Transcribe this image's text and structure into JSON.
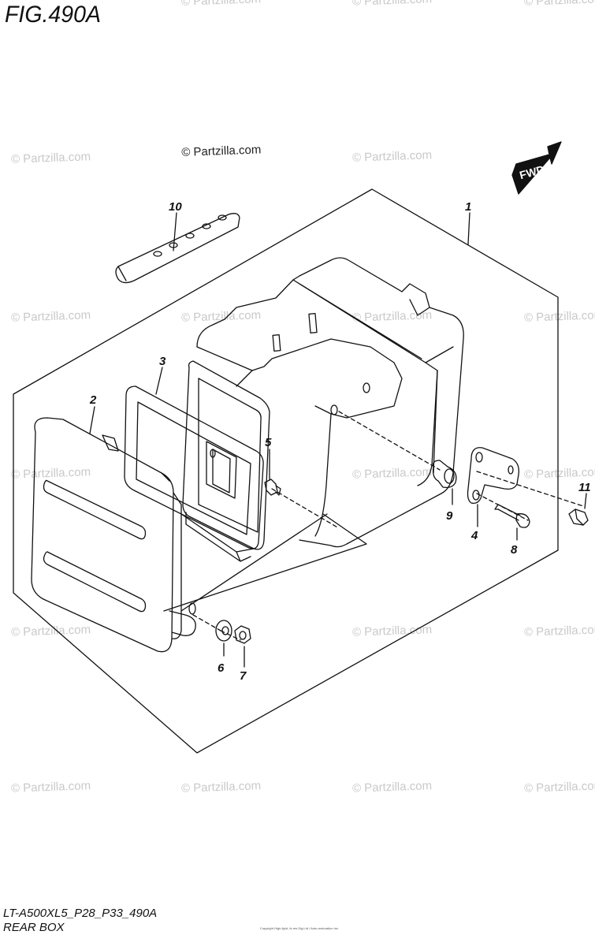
{
  "figure": {
    "title": "FIG.490A",
    "copyright": "© Partzilla.com",
    "fwd_label": "FWD",
    "footer_code": "LT-A500XL5_P28_P33_490A",
    "footer_name": "REAR BOX",
    "small_print": "Copyright\nHigh-light, hi-res Dig.Ltd / Auto-restoration Inc."
  },
  "watermarks": [
    "© Partzilla.com",
    "© Partzilla.com",
    "© Partzilla.com",
    "© Partzilla.com",
    "© Partzilla.com",
    "© Partzilla.com",
    "© Partzilla.com",
    "© Partzilla.com",
    "© Partzilla.com",
    "© Partzilla.com",
    "© Partzilla.com",
    "© Partzilla.com",
    "© Partzilla.com",
    "© Partzilla.com",
    "© Partzilla.com",
    "© Partzilla.com",
    "© Partzilla.com",
    "© Partzilla.com",
    "© Partzilla.com"
  ],
  "callouts": [
    "1",
    "2",
    "3",
    "4",
    "5",
    "6",
    "7",
    "8",
    "9",
    "10",
    "11"
  ],
  "parts": [
    {
      "ref": "1",
      "name": "box-assembly"
    },
    {
      "ref": "2",
      "name": "lid"
    },
    {
      "ref": "3",
      "name": "seal"
    },
    {
      "ref": "4",
      "name": "bracket-plate"
    },
    {
      "ref": "5",
      "name": "screw"
    },
    {
      "ref": "6",
      "name": "washer"
    },
    {
      "ref": "7",
      "name": "nut"
    },
    {
      "ref": "8",
      "name": "bolt"
    },
    {
      "ref": "9",
      "name": "grommet"
    },
    {
      "ref": "10",
      "name": "strap"
    },
    {
      "ref": "11",
      "name": "bolt"
    }
  ],
  "colors": {
    "line": "#111111",
    "watermark": "#c9c9c9",
    "fwd_badge": "#111111"
  }
}
